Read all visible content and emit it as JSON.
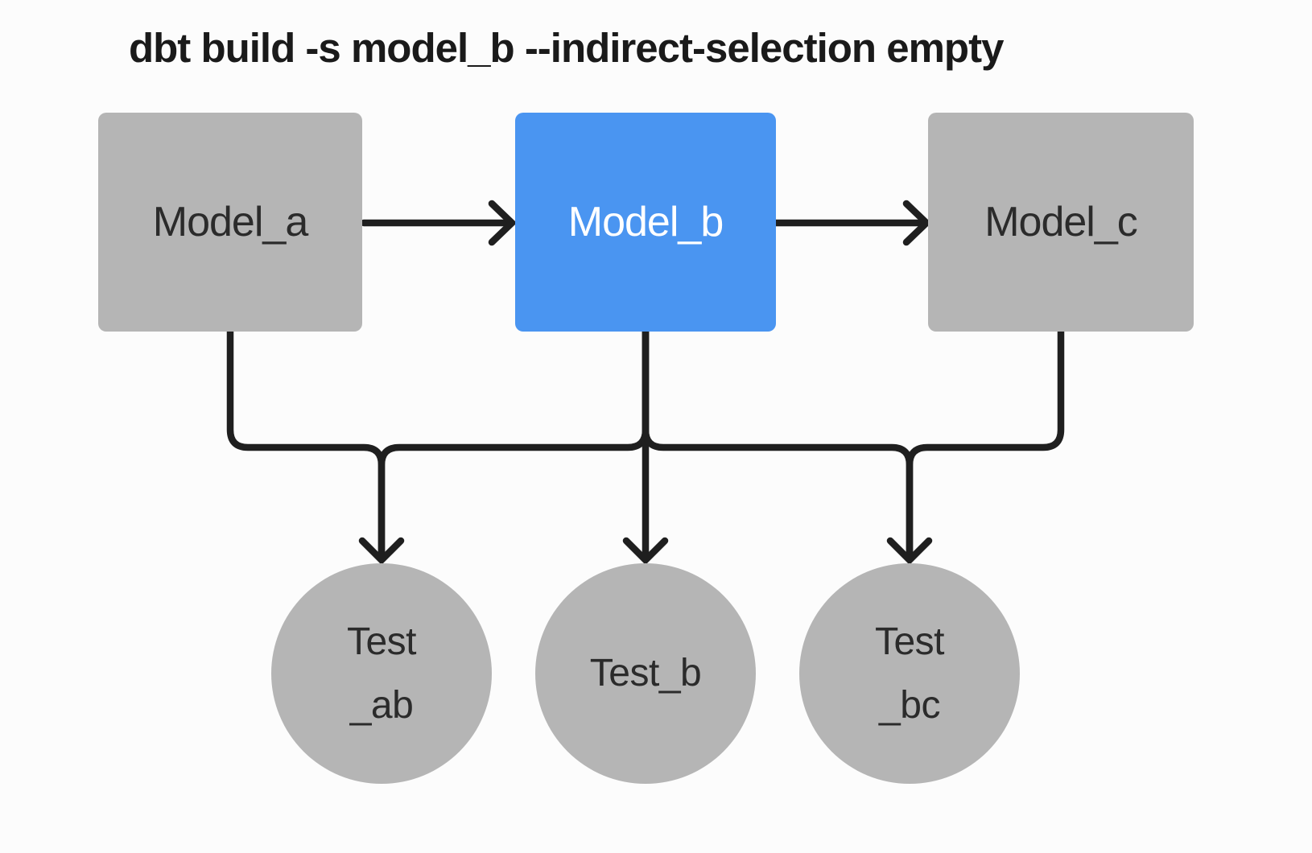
{
  "title": "dbt build -s model_b --indirect-selection empty",
  "colors": {
    "background": "#fcfcfc",
    "model_default_fill": "#b5b5b5",
    "model_selected_fill": "#4a95f1",
    "test_fill": "#b5b5b5",
    "edge_stroke": "#1f1f1f",
    "label_dark": "#2b2b2b",
    "label_light": "#ffffff",
    "title_color": "#1a1a1a"
  },
  "nodes": {
    "model_a": {
      "label": "Model_a",
      "type": "model",
      "state": "unselected"
    },
    "model_b": {
      "label": "Model_b",
      "type": "model",
      "state": "selected"
    },
    "model_c": {
      "label": "Model_c",
      "type": "model",
      "state": "unselected"
    },
    "test_ab": {
      "lines": [
        "Test",
        "_ab"
      ],
      "type": "test"
    },
    "test_b": {
      "lines": [
        "Test_b"
      ],
      "type": "test"
    },
    "test_bc": {
      "lines": [
        "Test",
        "_bc"
      ],
      "type": "test"
    }
  },
  "edges": [
    {
      "from": "model_a",
      "to": "model_b"
    },
    {
      "from": "model_b",
      "to": "model_c"
    },
    {
      "from": "model_a",
      "to": "test_ab"
    },
    {
      "from": "model_b",
      "to": "test_ab"
    },
    {
      "from": "model_b",
      "to": "test_b"
    },
    {
      "from": "model_b",
      "to": "test_bc"
    },
    {
      "from": "model_c",
      "to": "test_bc"
    }
  ]
}
